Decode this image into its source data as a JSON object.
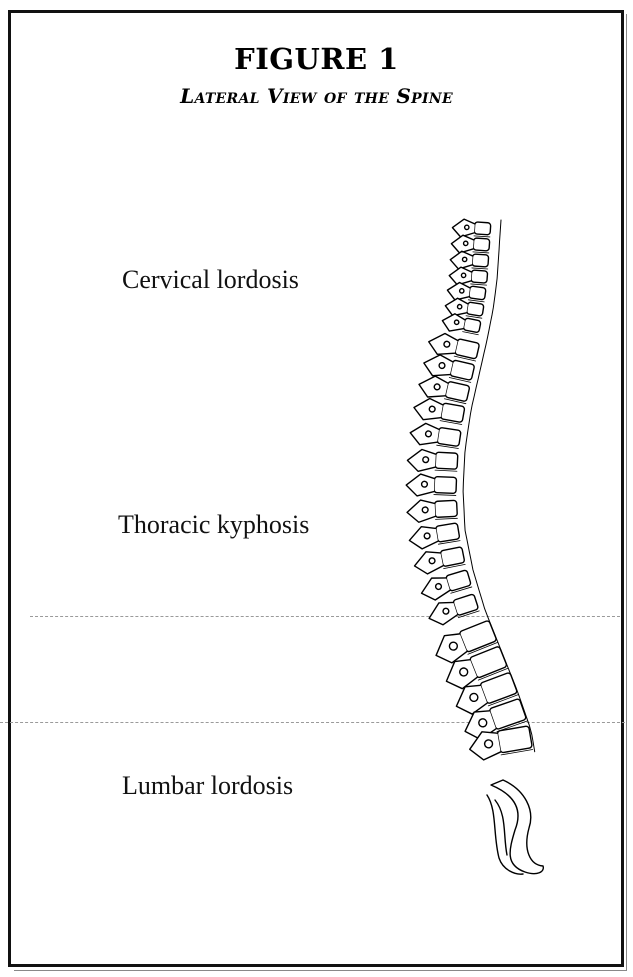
{
  "figure": {
    "title": "FIGURE 1",
    "subtitle": "Lateral View of the Spine"
  },
  "regions": {
    "cervical": "Cervical lordosis",
    "thoracic": "Thoracic kyphosis",
    "lumbar": "Lumbar lordosis"
  },
  "illustration": {
    "icon": "spine-lateral-illustration",
    "ink_color": "#000000"
  },
  "colors": {
    "background": "#ffffff",
    "border": "#111111"
  }
}
